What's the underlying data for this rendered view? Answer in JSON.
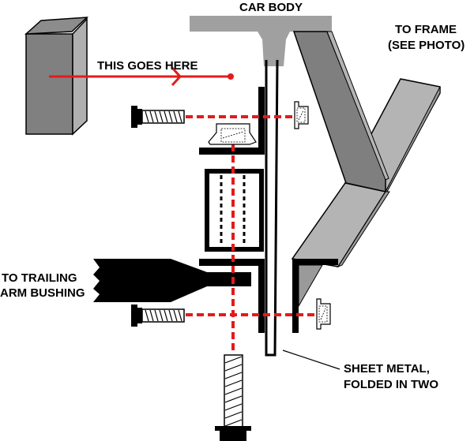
{
  "diagram": {
    "labels": {
      "car_body": "CAR BODY",
      "to_frame_line1": "TO FRAME",
      "to_frame_line2": "(SEE PHOTO)",
      "this_goes_here": "THIS GOES HERE",
      "trailing_arm_line1": "TO TRAILING",
      "trailing_arm_line2": "ARM BUSHING",
      "sheet_metal_line1": "SHEET METAL,",
      "sheet_metal_line2": "FOLDED IN TWO"
    },
    "colors": {
      "ink": "#000000",
      "guide_red": "#e31b1b",
      "body_gray": "#a0a0a0",
      "dark_gray": "#7f7f7f",
      "light_gray": "#b4b4b4"
    },
    "icons": [
      "angle-bracket-icon",
      "bolt-icon",
      "nut-icon",
      "bushing-icon",
      "arrow-icon"
    ]
  }
}
